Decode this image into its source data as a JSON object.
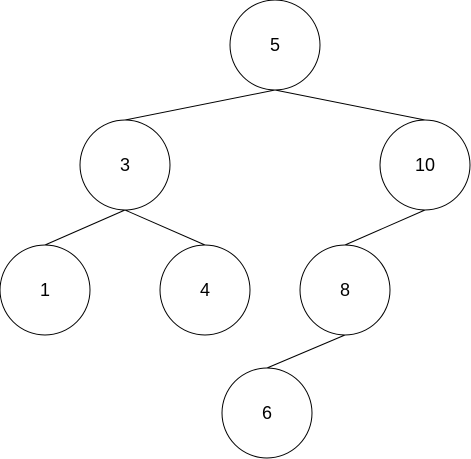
{
  "tree": {
    "nodes": [
      {
        "id": "n5",
        "label": "5"
      },
      {
        "id": "n3",
        "label": "3"
      },
      {
        "id": "n10",
        "label": "10"
      },
      {
        "id": "n1",
        "label": "1"
      },
      {
        "id": "n4",
        "label": "4"
      },
      {
        "id": "n8",
        "label": "8"
      },
      {
        "id": "n6",
        "label": "6"
      }
    ],
    "edges": [
      {
        "from": "n5",
        "to": "n3"
      },
      {
        "from": "n5",
        "to": "n10"
      },
      {
        "from": "n3",
        "to": "n1"
      },
      {
        "from": "n3",
        "to": "n4"
      },
      {
        "from": "n10",
        "to": "n8"
      },
      {
        "from": "n8",
        "to": "n6"
      }
    ]
  },
  "colors": {
    "stroke": "#000000",
    "fill": "#ffffff",
    "text": "#000000"
  }
}
